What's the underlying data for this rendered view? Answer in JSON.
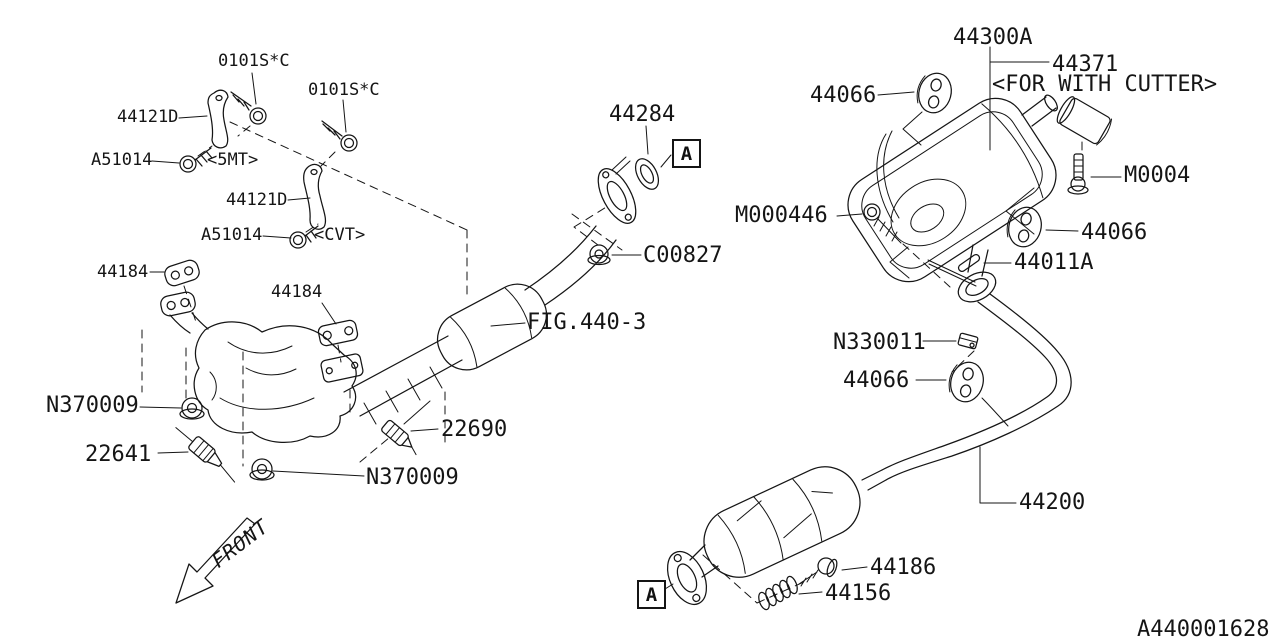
{
  "diagram": {
    "drawing_code": "A440001628",
    "front_marker": "FRONT",
    "view_marker": "A"
  },
  "labels": [
    {
      "id": "bolt-0101sc-5mt",
      "text": "0101S*C"
    },
    {
      "id": "bolt-0101sc-cvt",
      "text": "0101S*C"
    },
    {
      "id": "bracket-44121d-5mt",
      "text": "44121D"
    },
    {
      "id": "bolt-a51014-5mt",
      "text": "A51014"
    },
    {
      "id": "note-5mt",
      "text": "<5MT>"
    },
    {
      "id": "bracket-44121d-cvt",
      "text": "44121D"
    },
    {
      "id": "bolt-a51014-cvt",
      "text": "A51014"
    },
    {
      "id": "note-cvt",
      "text": "<CVT>"
    },
    {
      "id": "gasket-44184-left",
      "text": "44184"
    },
    {
      "id": "gasket-44184-center",
      "text": "44184"
    },
    {
      "id": "gasket-44284",
      "text": "44284"
    },
    {
      "id": "nut-c00827",
      "text": "C00827"
    },
    {
      "id": "ref-fig-440-3",
      "text": "FIG.440-3"
    },
    {
      "id": "nut-n370009-left",
      "text": "N370009"
    },
    {
      "id": "sensor-22641",
      "text": "22641"
    },
    {
      "id": "sensor-22690",
      "text": "22690"
    },
    {
      "id": "nut-n370009-center",
      "text": "N370009"
    },
    {
      "id": "muffler-44300a",
      "text": "44300A"
    },
    {
      "id": "cutter-44371",
      "text": "44371"
    },
    {
      "id": "note-for-with-cutter",
      "text": "<FOR WITH CUTTER>"
    },
    {
      "id": "hanger-44066-top",
      "text": "44066"
    },
    {
      "id": "bolt-m0004",
      "text": "M0004"
    },
    {
      "id": "bolt-m000446",
      "text": "M000446"
    },
    {
      "id": "hanger-44066-right",
      "text": "44066"
    },
    {
      "id": "gasket-44011a",
      "text": "44011A"
    },
    {
      "id": "clamp-n330011",
      "text": "N330011"
    },
    {
      "id": "hanger-44066-lower",
      "text": "44066"
    },
    {
      "id": "pipe-44200",
      "text": "44200"
    },
    {
      "id": "bolt-44186",
      "text": "44186"
    },
    {
      "id": "spring-44156",
      "text": "44156"
    }
  ]
}
